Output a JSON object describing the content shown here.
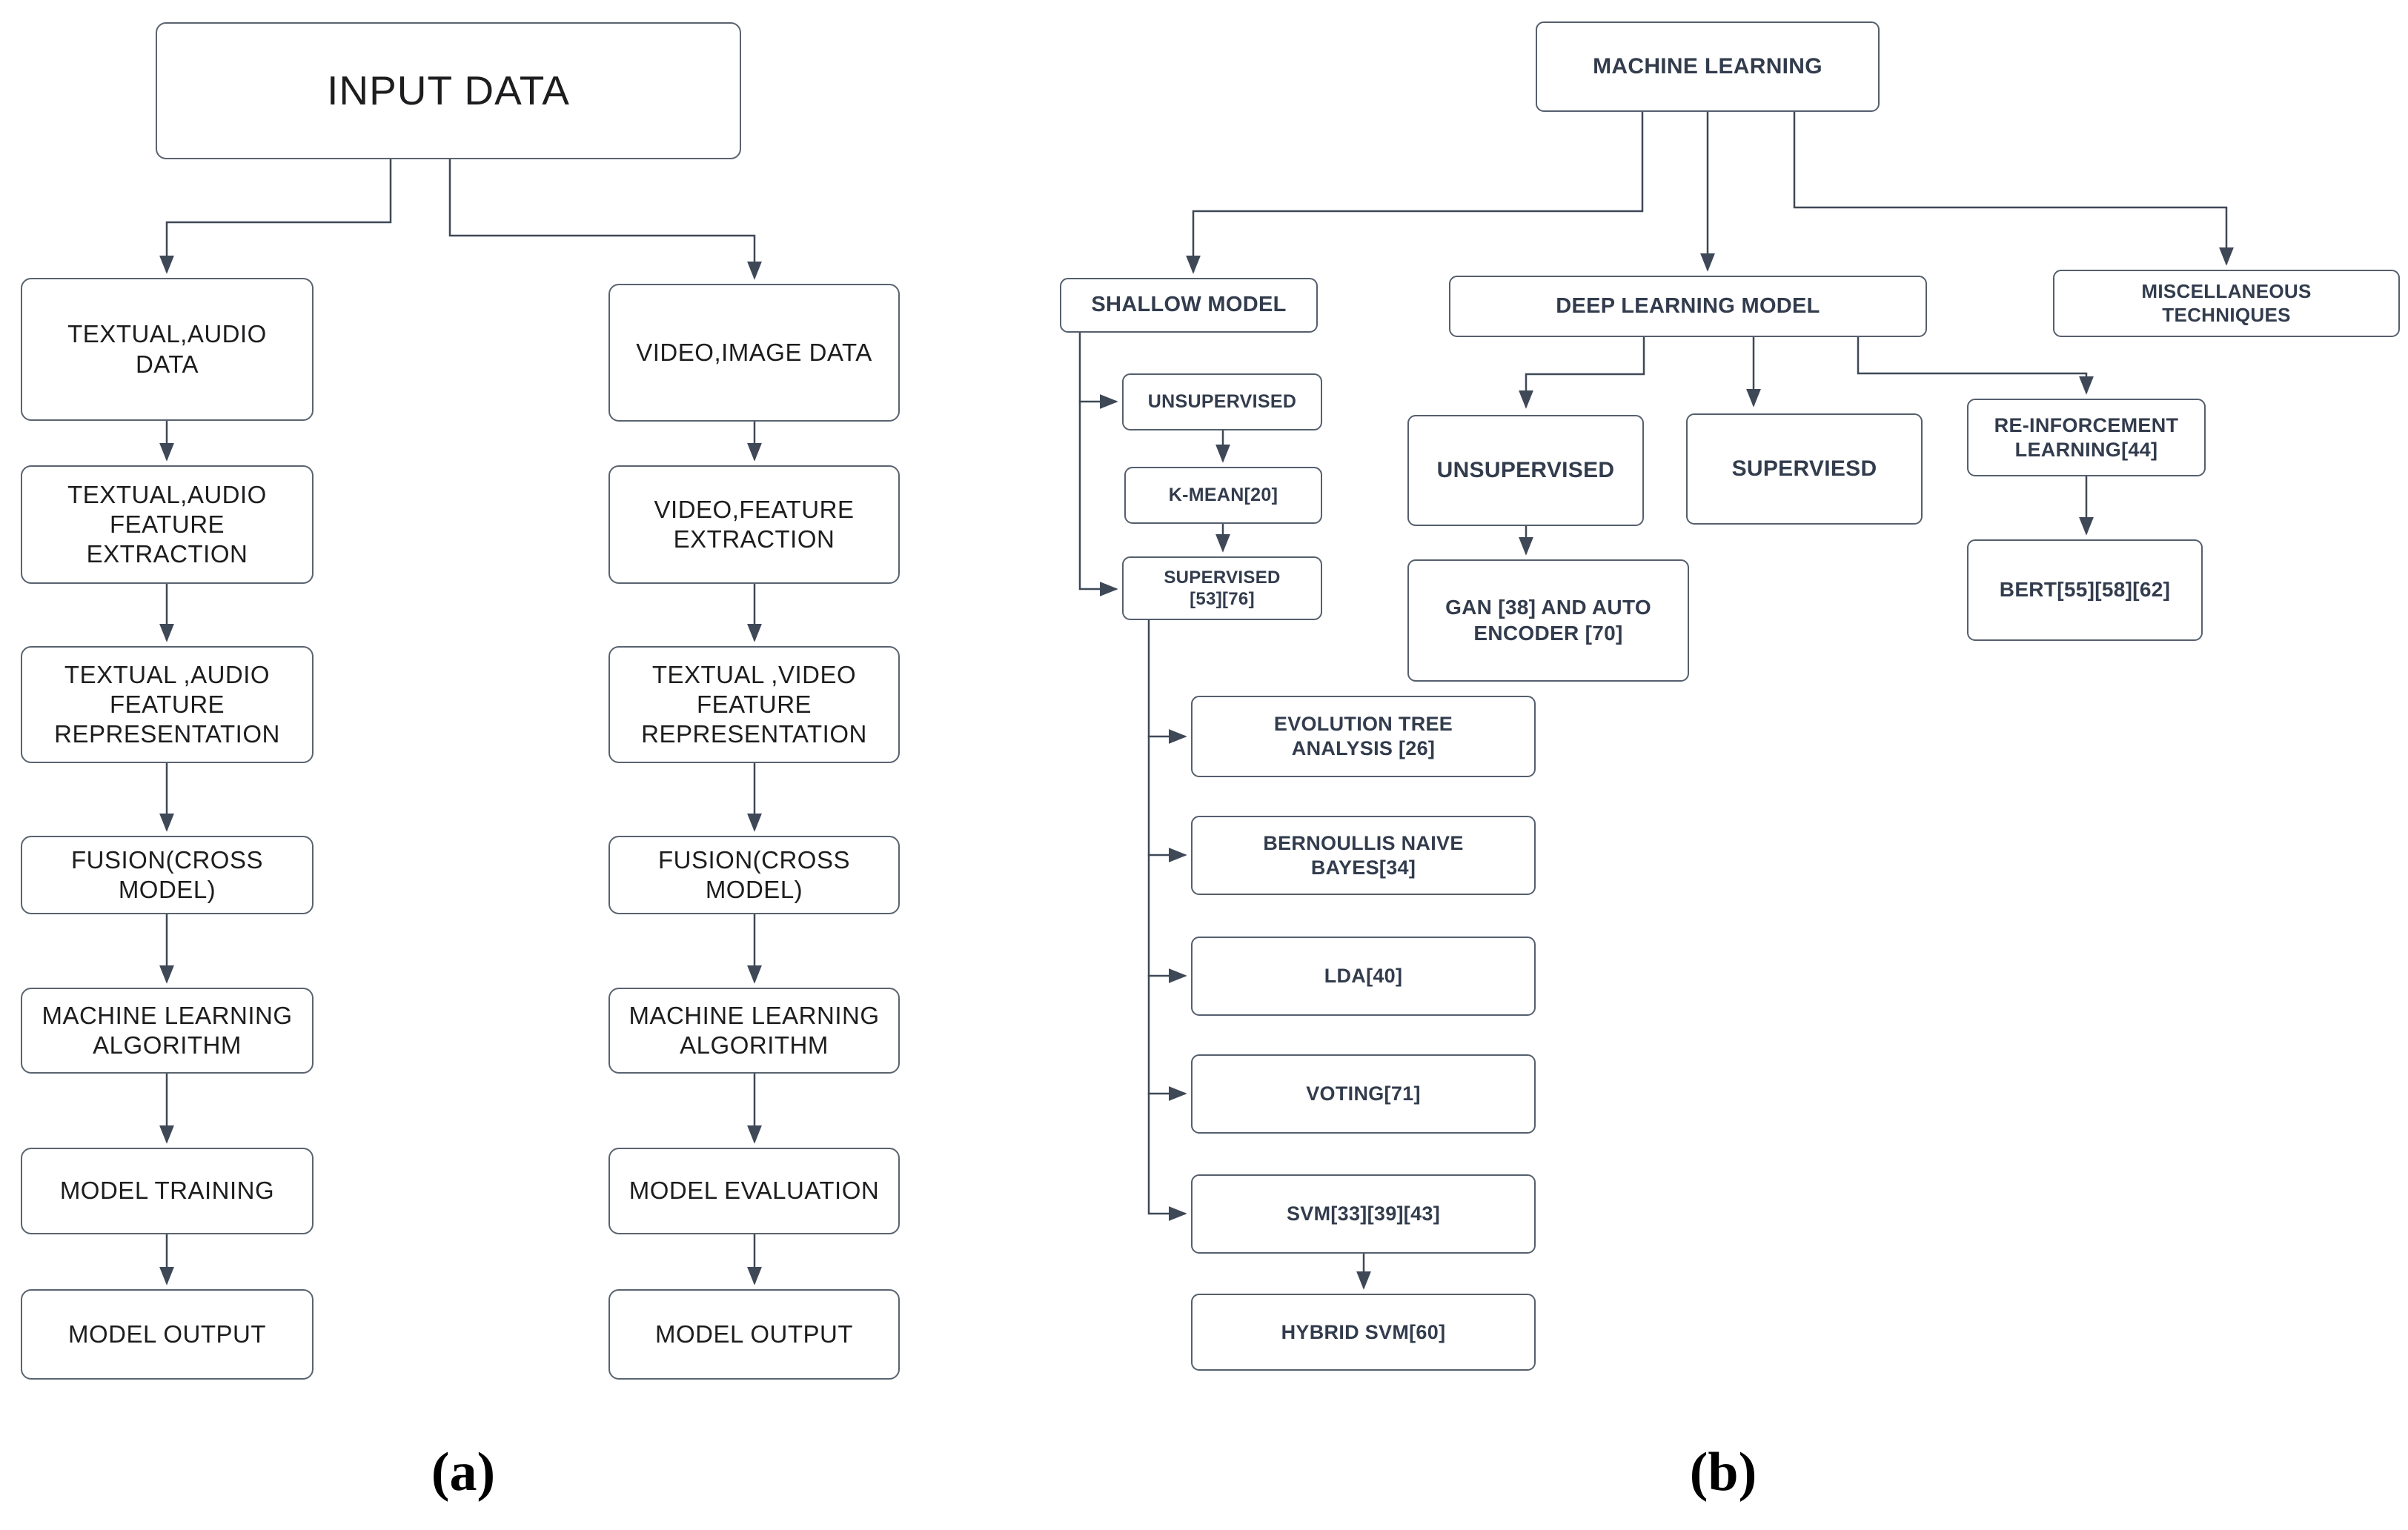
{
  "colors": {
    "box_border_panel_a": "#5a6370",
    "box_border_panel_b": "#555f6d",
    "connector": "#3e4857",
    "text_panel_a": "#1d1d1f",
    "text_panel_b": "#323c4d",
    "background": "#ffffff"
  },
  "panel_a": {
    "caption": "(a)",
    "nodes": {
      "input_data": "INPUT DATA",
      "textual_audio_data": "TEXTUAL,AUDIO DATA",
      "textual_audio_feature_extraction": "TEXTUAL,AUDIO\nFEATURE\nEXTRACTION",
      "textual_audio_feature_representation": "TEXTUAL ,AUDIO\nFEATURE\nREPRESENTATION",
      "fusion_cross_model_left": "FUSION(CROSS\nMODEL)",
      "machine_learning_algorithm_left": "MACHINE LEARNING\nALGORITHM",
      "model_training": "MODEL TRAINING",
      "model_output_left": "MODEL OUTPUT",
      "video_image_data": "VIDEO,IMAGE DATA",
      "video_feature_extraction": "VIDEO,FEATURE\nEXTRACTION",
      "textual_video_feature_representation": "TEXTUAL ,VIDEO\nFEATURE\nREPRESENTATION",
      "fusion_cross_model_right": "FUSION(CROSS\nMODEL)",
      "machine_learning_algorithm_right": "MACHINE LEARNING\nALGORITHM",
      "model_evaluation": "MODEL EVALUATION",
      "model_output_right": "MODEL OUTPUT"
    }
  },
  "panel_b": {
    "caption": "(b)",
    "nodes": {
      "machine_learning": "MACHINE LEARNING",
      "shallow_model": "SHALLOW MODEL",
      "unsupervised_shallow": "UNSUPERVISED",
      "k_mean": "K-MEAN[20]",
      "supervised": "SUPERVISED\n[53][76]",
      "evolution_tree_analysis": "EVOLUTION TREE\nANALYSIS [26]",
      "bernoullis_naive_bayes": "BERNOULLIS NAIVE\nBAYES[34]",
      "lda": "LDA[40]",
      "voting": "VOTING[71]",
      "svm": "SVM[33][39][43]",
      "hybrid_svm": "HYBRID SVM[60]",
      "deep_learning_model": "DEEP LEARNING MODEL",
      "unsupervised_deep": "UNSUPERVISED",
      "superviesd": "SUPERVIESD",
      "gan_autoencoder": "GAN [38]  AND AUTO\nENCODER [70]",
      "reinforcement_learning": "RE-INFORCEMENT\nLEARNING[44]",
      "bert": "BERT[55][58][62]",
      "miscellaneous_techniques": "MISCELLANEOUS\nTECHNIQUES"
    }
  }
}
